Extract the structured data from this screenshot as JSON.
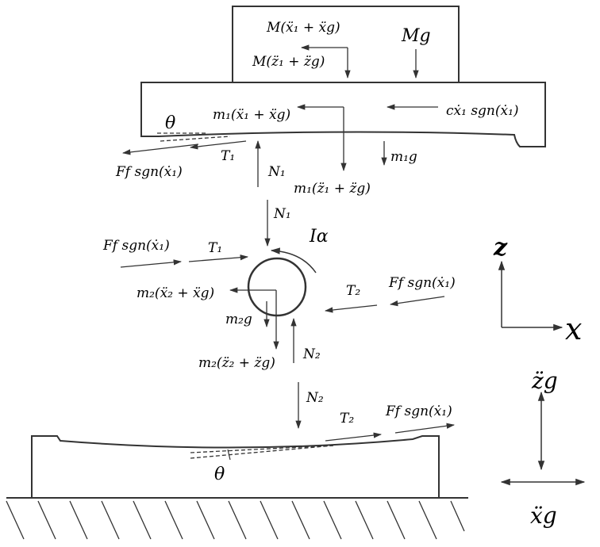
{
  "labels": {
    "mass_M_horiz": "M(ẍ₁ + ẍg)",
    "mass_M_vert": "M(z̈₁ + z̈g)",
    "Mg": "Mg",
    "m1_horiz": "m₁(ẍ₁ + ẍg)",
    "damping": "cẋ₁ sgn(ẋ₁)",
    "theta_top": "θ",
    "Ff_top": "Ff sgn(ẋ₁)",
    "T1_top": "T₁",
    "N1_top": "N₁",
    "m1g": "m₁g",
    "m1_vert": "m₁(z̈₁ + z̈g)",
    "N1_ball": "N₁",
    "Ff_ball_left": "Ff sgn(ẋ₁)",
    "T1_ball": "T₁",
    "I_alpha": "Iα",
    "m2_horiz": "m₂(ẍ₂ + ẍg)",
    "T2_ball": "T₂",
    "Ff_ball_right": "Ff sgn(ẋ₁)",
    "m2g": "m₂g",
    "m2_vert": "m₂(z̈₂ + z̈g)",
    "N2_ball": "N₂",
    "N2_bottom": "N₂",
    "T2_bottom": "T₂",
    "Ff_bottom": "Ff sgn(ẋ₁)",
    "theta_bottom": "θ",
    "axis_z": "z",
    "axis_x": "x",
    "ground_z": "z̈g",
    "ground_x": "ẍg"
  }
}
